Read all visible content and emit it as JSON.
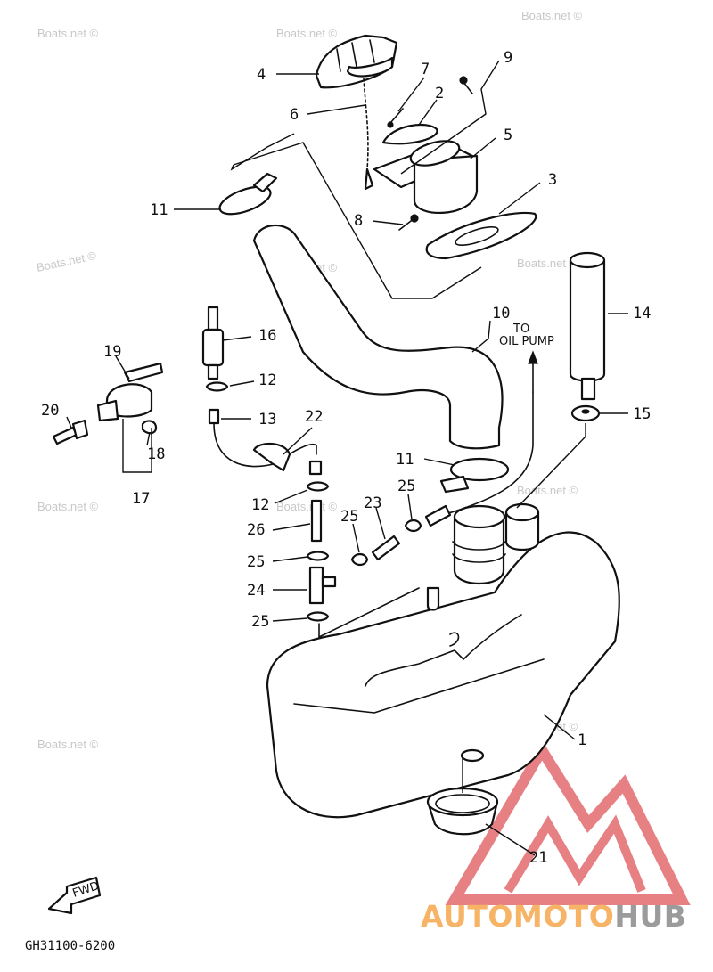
{
  "callouts": [
    "1",
    "2",
    "3",
    "4",
    "5",
    "6",
    "7",
    "8",
    "9",
    "10",
    "11",
    "11",
    "12",
    "12",
    "13",
    "14",
    "15",
    "16",
    "17",
    "18",
    "19",
    "20",
    "21",
    "22",
    "23",
    "24",
    "25",
    "25",
    "25",
    "25",
    "26"
  ],
  "note": {
    "line1": "TO",
    "line2": "OIL PUMP"
  },
  "watermark": "Boats.net ©",
  "part_code": "GH31100-6200",
  "fwd_label": "FWD",
  "brand": {
    "auto": "AUTO",
    "moto": "MOTO",
    "hub": "HUB",
    "color_auto": "#f6a64c",
    "color_moto": "#f6a64c",
    "color_hub": "#8a8a8a",
    "logo_color": "#e26a6e"
  },
  "line_color": "#111111"
}
